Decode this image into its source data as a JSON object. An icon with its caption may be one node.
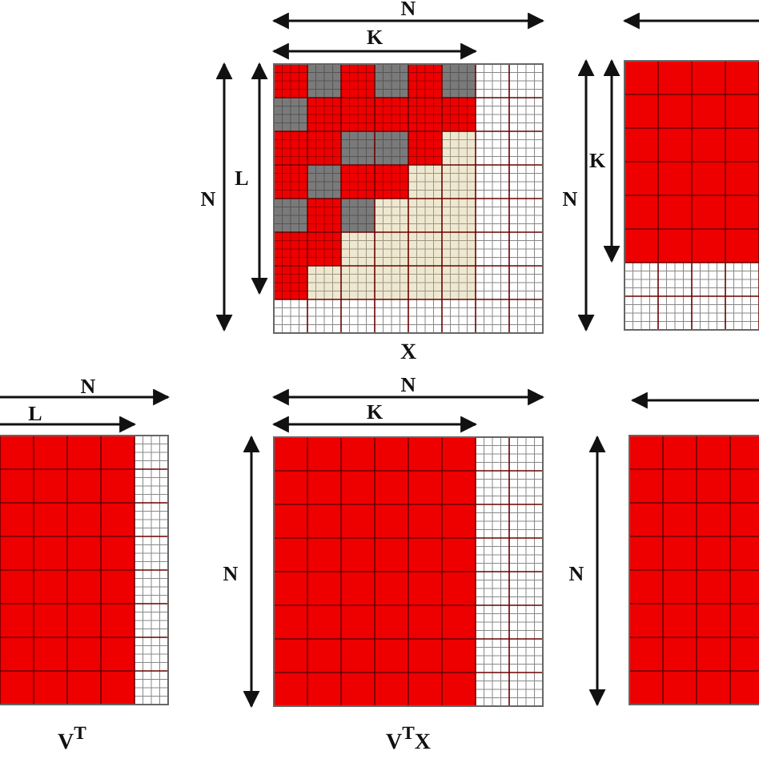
{
  "diagram": {
    "nodes": [
      {
        "text": [],
        "shape": "box",
        "beside": [
          "X"
        ]
      },
      {
        "text": [],
        "shape": "box"
      },
      {
        "text": [],
        "shape": "box",
        "beside": [
          "V$^{T}$"
        ]
      },
      {
        "text": [],
        "shape": "box",
        "beside": [
          "V$^{T}$X"
        ]
      },
      {
        "text": [],
        "shape": "box"
      }
    ],
    "labels": [
      "N",
      "K",
      "N",
      "L",
      "N",
      "K",
      "N",
      "L",
      "N",
      "K",
      "N",
      "N"
    ]
  }
}
